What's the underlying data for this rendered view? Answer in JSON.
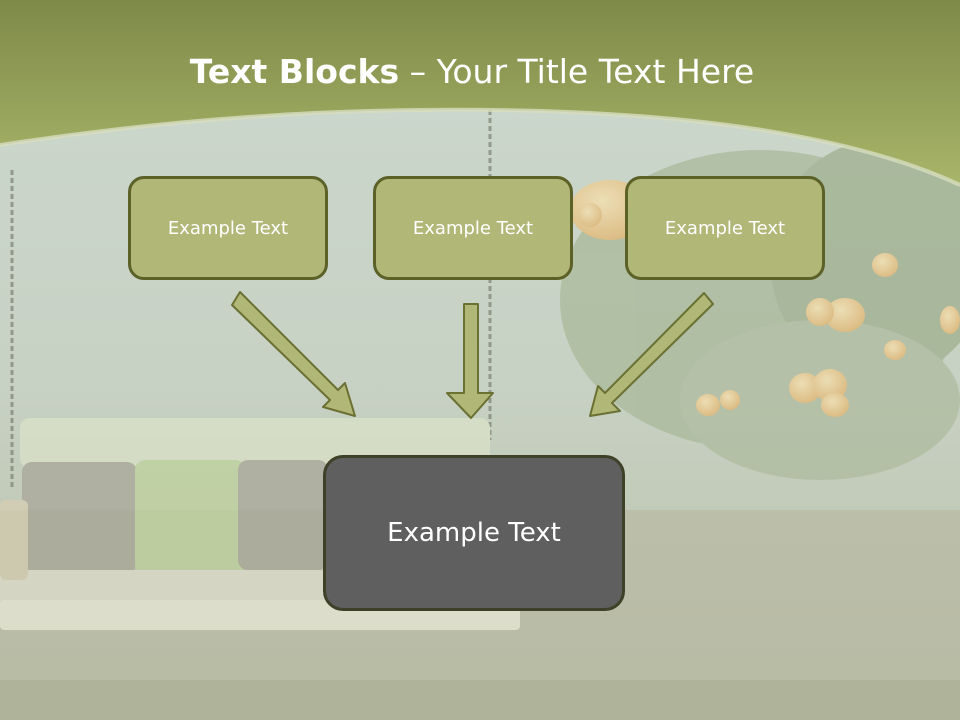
{
  "slide": {
    "title_bold": "Text Blocks",
    "title_dash": " – ",
    "title_rest": "Your Title Text Here"
  },
  "blocks": [
    {
      "label": "Example Text"
    },
    {
      "label": "Example Text"
    },
    {
      "label": "Example Text"
    }
  ],
  "target_block": {
    "label": "Example Text"
  },
  "colors": {
    "header": "#8e9c52",
    "box_fill": "#b1b777",
    "box_border": "#5c6128",
    "target_fill": "#5f5f5f",
    "arrow_fill": "#b1b777"
  }
}
